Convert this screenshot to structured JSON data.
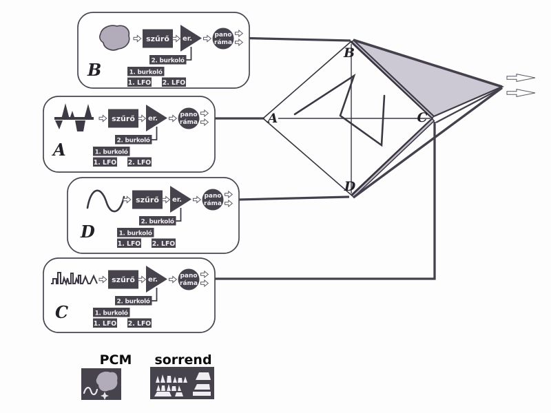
{
  "figure": {
    "title_semantic": "vector-synthesis signal flow diagram",
    "component_labels": {
      "filter": "szűrő",
      "amp": "er.",
      "pan_line1": "pano",
      "pan_line2": "ráma",
      "env2": "2. burkoló",
      "env1": "1. burkoló",
      "lfo1": "1. LFO",
      "lfo2": "2. LFO"
    },
    "blocks": [
      {
        "letter": "B",
        "icon": "gray-blob-waveform"
      },
      {
        "letter": "A",
        "icon": "triangular-spikes-waveform"
      },
      {
        "letter": "D",
        "icon": "sine-waveform"
      },
      {
        "letter": "C",
        "icon": "noisy-pulse-waveform"
      }
    ],
    "mixer": {
      "labels": {
        "top": "B",
        "left": "A",
        "right": "C",
        "bottom": "D"
      }
    },
    "bottom": {
      "pcm_label": "PCM",
      "sorrend_label": "sorrend"
    },
    "colors": {
      "component_fill": "#47434c",
      "component_text": "#f2f0f4",
      "line": "#3b3743",
      "thick_line": "#45414c",
      "shade_fill": "#cdc9d4",
      "strip_fill": "#c2bdc9",
      "icon_gray": "#b2acba"
    }
  }
}
